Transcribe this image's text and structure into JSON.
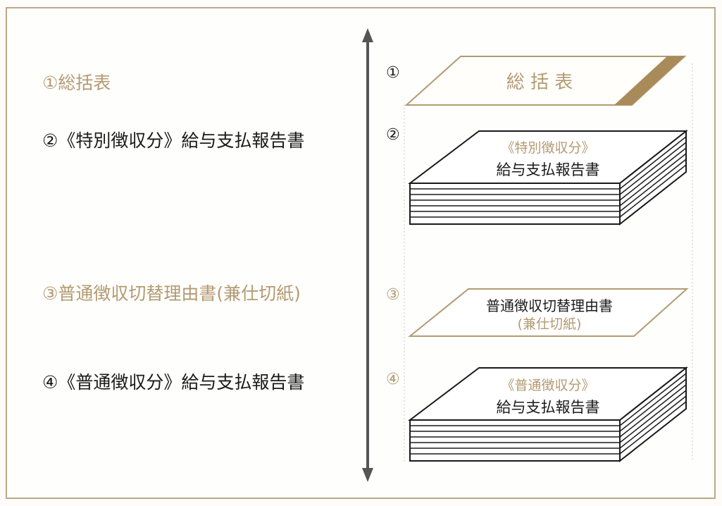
{
  "colors": {
    "gold": "#b39a72",
    "gold_stripe": "#a98b5a",
    "ink": "#1a1a1a",
    "frame": "#b9aa8a"
  },
  "left_labels": [
    {
      "text": "①総括表",
      "color": "gold"
    },
    {
      "text": "②《特別徴収分》給与支払報告書",
      "color": "ink"
    },
    {
      "text": "③普通徴収切替理由書(兼仕切紙)",
      "color": "gold"
    },
    {
      "text": "④《普通徴収分》給与支払報告書",
      "color": "ink"
    }
  ],
  "markers": [
    "①",
    "②",
    "③",
    "④"
  ],
  "items": {
    "summary": {
      "label": "総 括 表"
    },
    "special_stack": {
      "line1": "《特別徴収分》",
      "line2": "給与支払報告書"
    },
    "reason_sheet": {
      "line1": "普通徴収切替理由書",
      "line2": "(兼仕切紙)"
    },
    "normal_stack": {
      "line1": "《普通徴収分》",
      "line2": "給与支払報告書"
    }
  }
}
